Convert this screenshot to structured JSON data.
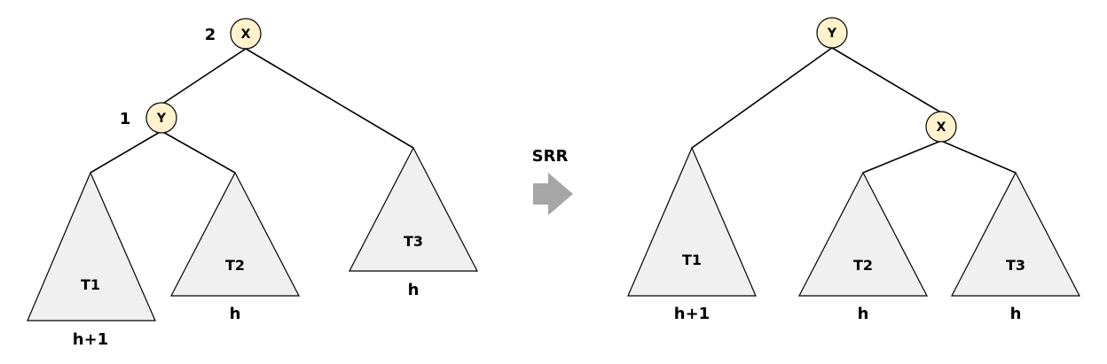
{
  "before": {
    "node_x": "X",
    "node_y": "Y",
    "balance_x": "2",
    "balance_y": "1",
    "t1": "T1",
    "t2": "T2",
    "t3": "T3",
    "h_t1": "h+1",
    "h_t2": "h",
    "h_t3": "h"
  },
  "operation": {
    "label": "SRR",
    "arrow_color": "#a6a6a6"
  },
  "after": {
    "node_y": "Y",
    "node_x": "X",
    "t1": "T1",
    "t2": "T2",
    "t3": "T3",
    "h_t1": "h+1",
    "h_t2": "h",
    "h_t3": "h"
  },
  "colors": {
    "node_fill": "#fff2cc",
    "subtree_fill": "#f0f0f0"
  }
}
